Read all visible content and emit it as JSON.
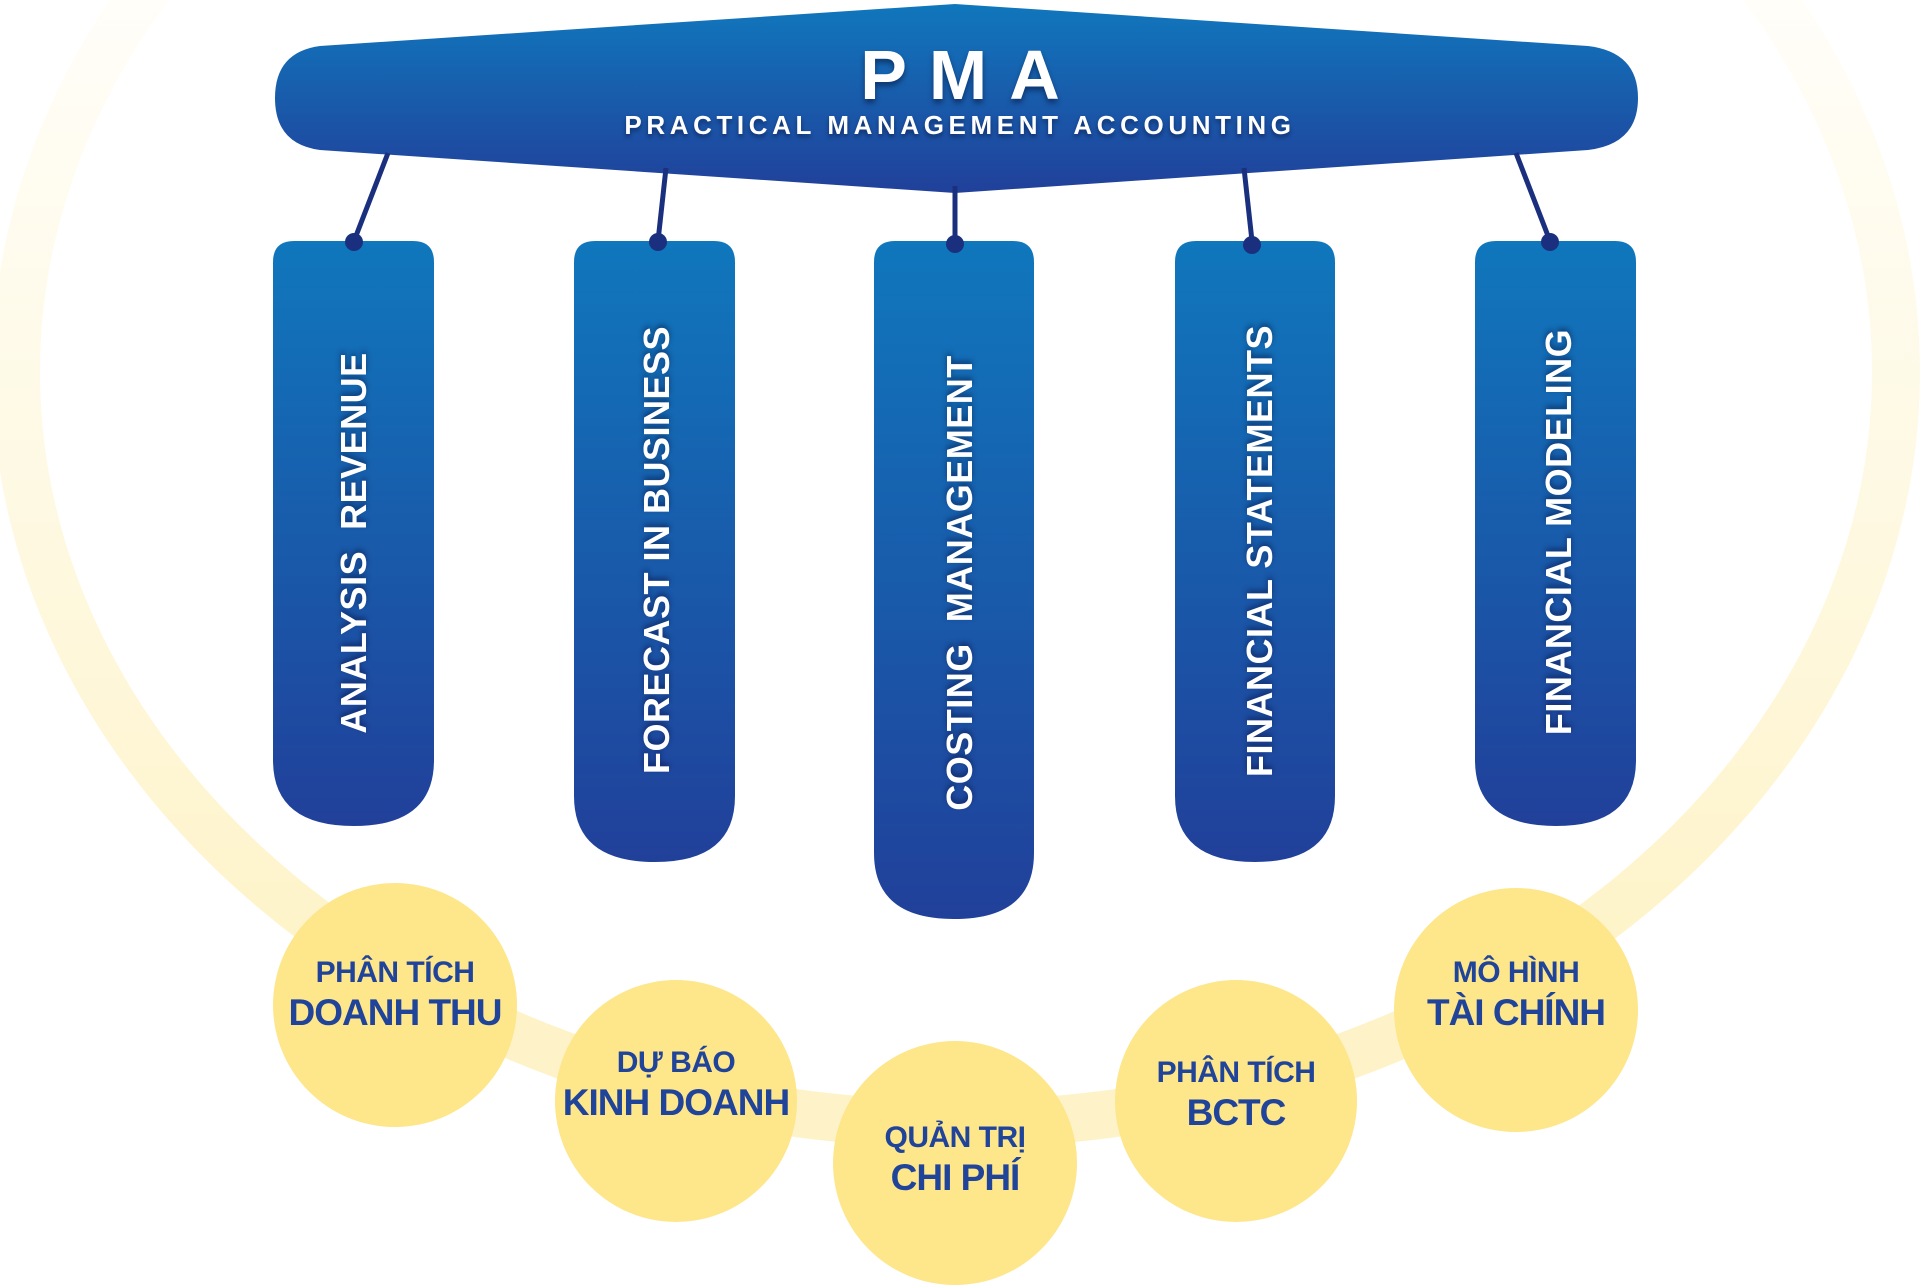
{
  "header": {
    "title": "PMA",
    "subtitle": "PRACTICAL MANAGEMENT ACCOUNTING"
  },
  "pillars": [
    {
      "label": "ANALYSIS  REVENUE"
    },
    {
      "label": "FORECAST IN BUSINESS"
    },
    {
      "label": "COSTING  MANAGEMENT"
    },
    {
      "label": "FINANCIAL STATEMENTS"
    },
    {
      "label": "FINANCIAL MODELING"
    }
  ],
  "circles": [
    {
      "line1": "PHÂN TÍCH",
      "line2": "DOANH THU"
    },
    {
      "line1": "DỰ BÁO",
      "line2": "KINH DOANH"
    },
    {
      "line1": "QUẢN TRỊ",
      "line2": "CHI PHÍ"
    },
    {
      "line1": "PHÂN TÍCH",
      "line2": "BCTC"
    },
    {
      "line1": "MÔ HÌNH",
      "line2": "TÀI CHÍNH"
    }
  ],
  "colors": {
    "blue_top": "#1077BD",
    "blue_bottom": "#21409A",
    "connector": "#1A307F",
    "circle_fill": "#FEE68A",
    "arc_band": "#FEF3C8",
    "circle_text": "#21449B"
  }
}
